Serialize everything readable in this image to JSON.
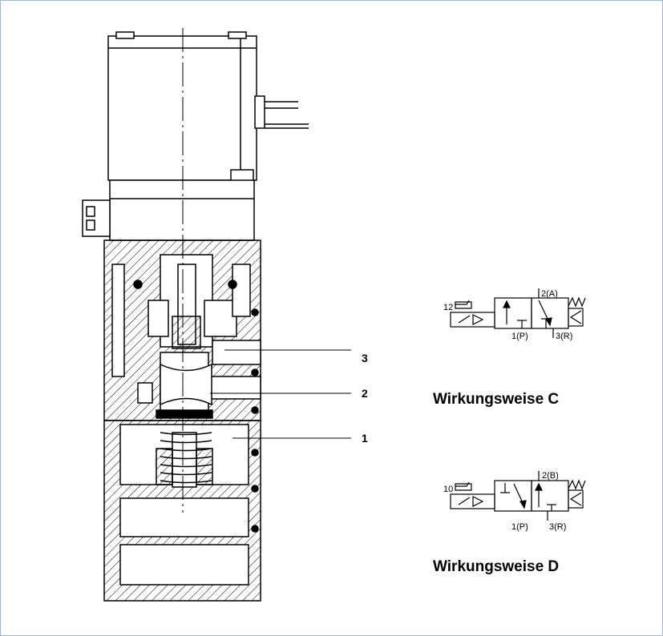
{
  "drawing": {
    "callouts": [
      "3",
      "2",
      "1"
    ]
  },
  "symbol_c": {
    "pilot": "12",
    "port_out": "2(A)",
    "port_in": "1(P)",
    "port_exhaust": "3(R)",
    "caption": "Wirkungsweise C"
  },
  "symbol_d": {
    "pilot": "10",
    "port_out": "2(B)",
    "port_in": "1(P)",
    "port_exhaust": "3(R)",
    "caption": "Wirkungsweise D"
  },
  "colors": {
    "frame": "#9fb8d6",
    "ink": "#000000"
  }
}
